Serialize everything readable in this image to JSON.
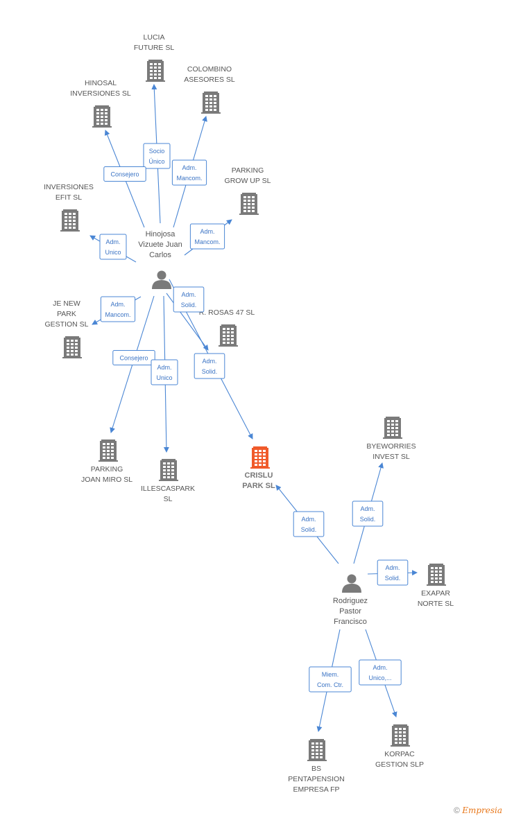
{
  "colors": {
    "company": "#7a7a7a",
    "focus_company": "#f05a2a",
    "person": "#7a7a7a",
    "edge": "#4a86d4"
  },
  "persons": [
    {
      "id": "p1",
      "lines": [
        "Hinojosa",
        "Vizuete Juan",
        "Carlos"
      ]
    },
    {
      "id": "p2",
      "lines": [
        "Rodriguez",
        "Pastor",
        "Francisco"
      ]
    }
  ],
  "companies": [
    {
      "id": "lucia",
      "lines": [
        "LUCIA",
        "FUTURE  SL"
      ]
    },
    {
      "id": "hinosal",
      "lines": [
        "HINOSAL",
        "INVERSIONES SL"
      ]
    },
    {
      "id": "colombino",
      "lines": [
        "COLOMBINO",
        "ASESORES SL"
      ]
    },
    {
      "id": "parking-grow",
      "lines": [
        "PARKING",
        "GROW UP  SL"
      ]
    },
    {
      "id": "inversiones-efit",
      "lines": [
        "INVERSIONES",
        "EFIT  SL"
      ]
    },
    {
      "id": "je-new",
      "lines": [
        "JE NEW",
        "PARK",
        "GESTION  SL"
      ]
    },
    {
      "id": "rosas",
      "lines": [
        "R.  ROSAS 47 SL"
      ]
    },
    {
      "id": "parking-joan",
      "lines": [
        "PARKING",
        "JOAN MIRO SL"
      ]
    },
    {
      "id": "illescaspark",
      "lines": [
        "ILLESCASPARK",
        "SL"
      ]
    },
    {
      "id": "crislu",
      "lines": [
        "CRISLU",
        "PARK  SL"
      ],
      "focus": true
    },
    {
      "id": "byeworries",
      "lines": [
        "BYEWORRIES",
        "INVEST  SL"
      ]
    },
    {
      "id": "exapar",
      "lines": [
        "EXAPAR",
        "NORTE  SL"
      ]
    },
    {
      "id": "bs-pentapension",
      "lines": [
        "BS",
        "PENTAPENSION",
        "EMPRESA FP"
      ]
    },
    {
      "id": "korpac",
      "lines": [
        "KORPAC",
        "GESTION  SLP"
      ]
    }
  ],
  "edges": [
    {
      "from": "p1",
      "to": "lucia",
      "label": [
        "Socio",
        "Único"
      ]
    },
    {
      "from": "p1",
      "to": "hinosal",
      "label": [
        "Consejero"
      ]
    },
    {
      "from": "p1",
      "to": "colombino",
      "label": [
        "Adm.",
        "Mancom."
      ]
    },
    {
      "from": "p1",
      "to": "parking-grow",
      "label": [
        "Adm.",
        "Mancom."
      ]
    },
    {
      "from": "p1",
      "to": "inversiones-efit",
      "label": [
        "Adm.",
        "Unico"
      ]
    },
    {
      "from": "p1",
      "to": "je-new",
      "label": [
        "Adm.",
        "Mancom."
      ]
    },
    {
      "from": "p1",
      "to": "rosas",
      "label": [
        "Adm.",
        "Solid."
      ]
    },
    {
      "from": "p1",
      "to": "parking-joan",
      "label": [
        "Consejero"
      ]
    },
    {
      "from": "p1",
      "to": "illescaspark",
      "label": [
        "Adm.",
        "Unico"
      ]
    },
    {
      "from": "p1",
      "to": "crislu",
      "label": [
        "Adm.",
        "Solid."
      ]
    },
    {
      "from": "p2",
      "to": "crislu",
      "label": [
        "Adm.",
        "Solid."
      ]
    },
    {
      "from": "p2",
      "to": "byeworries",
      "label": [
        "Adm.",
        "Solid."
      ]
    },
    {
      "from": "p2",
      "to": "exapar",
      "label": [
        "Adm.",
        "Solid."
      ]
    },
    {
      "from": "p2",
      "to": "bs-pentapension",
      "label": [
        "Miem.",
        "Com. Ctr."
      ]
    },
    {
      "from": "p2",
      "to": "korpac",
      "label": [
        "Adm.",
        "Unico,..."
      ]
    }
  ],
  "footer": {
    "copyright": "©",
    "brand": "Empresia"
  }
}
